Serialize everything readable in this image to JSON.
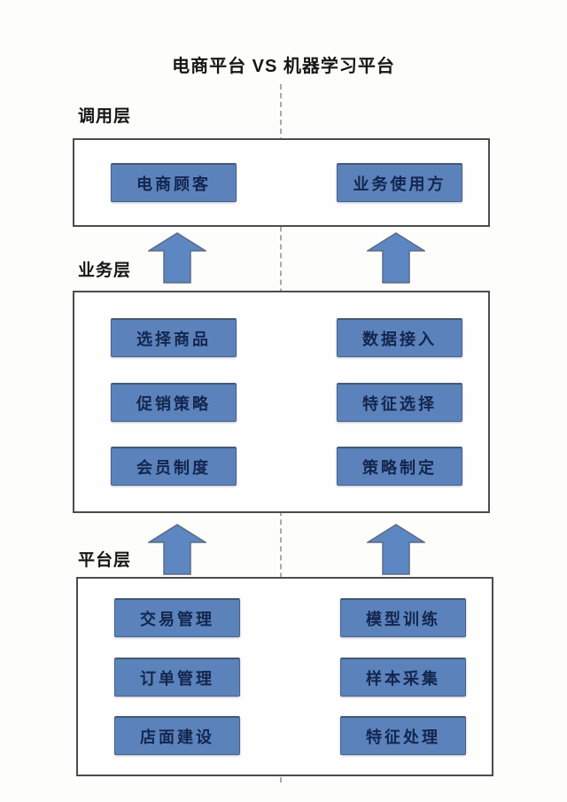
{
  "title": "电商平台 VS 机器学习平台",
  "colors": {
    "box_fill": "#5b82bb",
    "box_border": "#49618b",
    "box_text": "#13264e",
    "arrow_fill": "#5d87c3",
    "arrow_outline": "#5c6b80",
    "container_border": "#4c4c4c",
    "divider": "#8f8f8f",
    "text": "#161616",
    "background": "#fdfdfc"
  },
  "layers": [
    {
      "label": "调用层",
      "left_boxes": [
        "电商顾客"
      ],
      "right_boxes": [
        "业务使用方"
      ]
    },
    {
      "label": "业务层",
      "left_boxes": [
        "选择商品",
        "促销策略",
        "会员制度"
      ],
      "right_boxes": [
        "数据接入",
        "特征选择",
        "策略制定"
      ]
    },
    {
      "label": "平台层",
      "left_boxes": [
        "交易管理",
        "订单管理",
        "店面建设"
      ],
      "right_boxes": [
        "模型训练",
        "样本采集",
        "特征处理"
      ]
    }
  ]
}
